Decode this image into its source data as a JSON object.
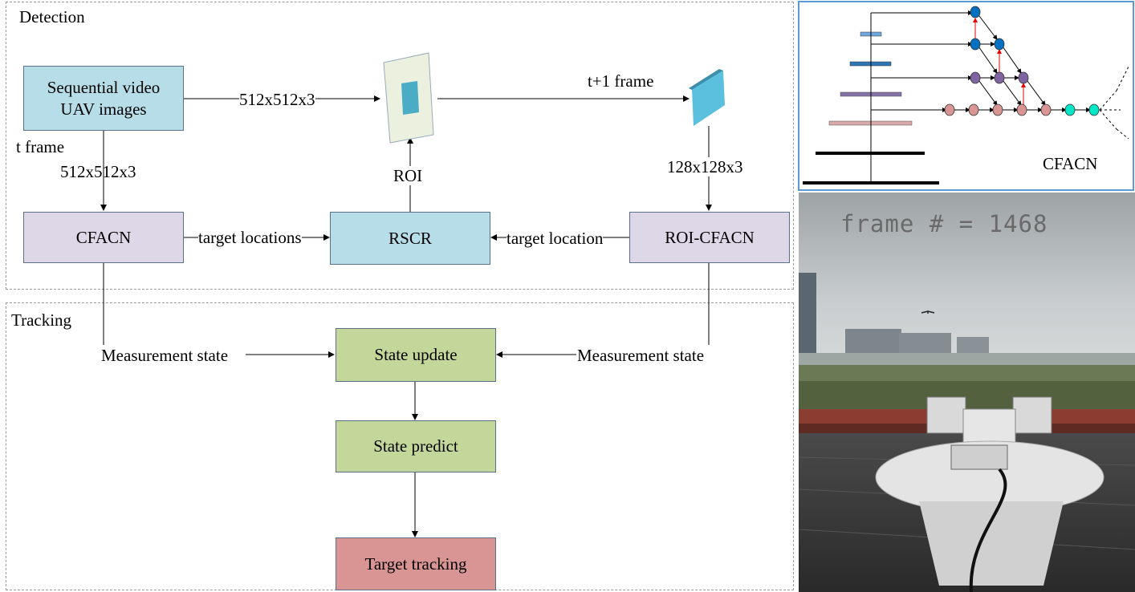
{
  "sections": {
    "detection": "Detection",
    "tracking": "Tracking"
  },
  "boxes": {
    "input": [
      "Sequential video",
      "UAV images"
    ],
    "cfacn": "CFACN",
    "rscr": "RSCR",
    "roi_cfacn": "ROI-CFACN",
    "state_update": "State update",
    "state_predict": "State predict",
    "target_tracking": "Target tracking"
  },
  "labels": {
    "dims_top": "512x512x3",
    "t_frame": "t frame",
    "dims_left": "512x512x3",
    "t1_frame": "t+1 frame",
    "dims_right": "128x128x3",
    "roi": "ROI",
    "target_locations": "target locations",
    "target_location": "target location",
    "measurement_left": "Measurement state",
    "measurement_right": "Measurement state"
  },
  "inset": {
    "label": "CFACN"
  },
  "photo": {
    "overlay": "frame # = 1468"
  },
  "colors": {
    "blue_box": "#b6dde8",
    "purple_box": "#ddd7e7",
    "green_box": "#c4d79b",
    "red_box": "#d99593",
    "inset_border": "#5b9bd5"
  }
}
